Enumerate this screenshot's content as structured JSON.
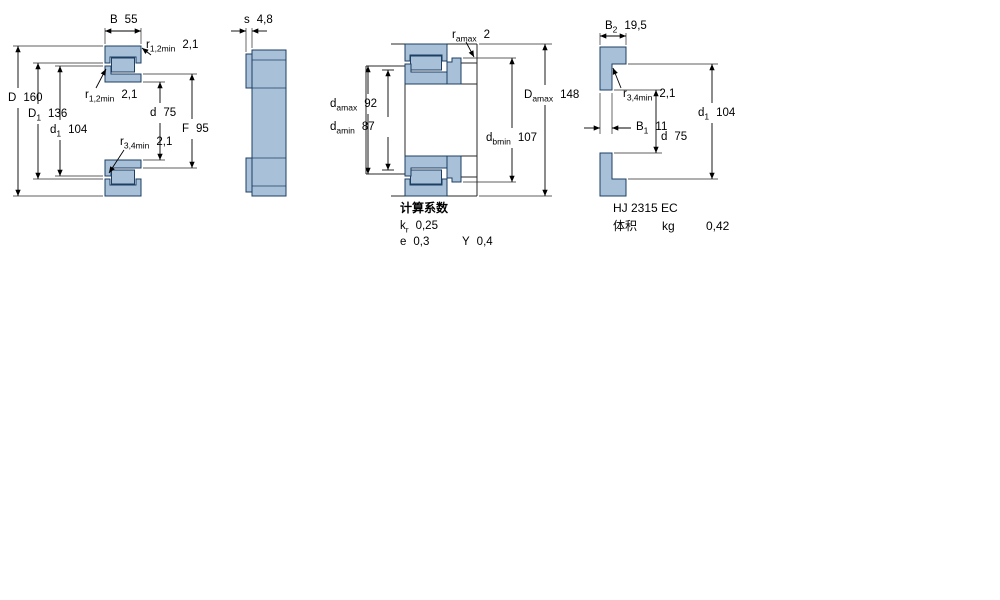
{
  "colors": {
    "part_fill": "#a9c0d9",
    "part_stroke": "#1c3f63",
    "dimension_line": "#000000"
  },
  "drawing1": {
    "B": {
      "base": "B",
      "sub": "",
      "value": "55"
    },
    "r12_top": {
      "base": "r",
      "sub": "1,2min",
      "value": "2,1"
    },
    "D": {
      "base": "D",
      "sub": "",
      "value": "160"
    },
    "D1": {
      "base": "D",
      "sub": "1",
      "value": "136"
    },
    "d1": {
      "base": "d",
      "sub": "1",
      "value": "104"
    },
    "r12_inner": {
      "base": "r",
      "sub": "1,2min",
      "value": "2,1"
    },
    "d": {
      "base": "d",
      "sub": "",
      "value": "75"
    },
    "F": {
      "base": "F",
      "sub": "",
      "value": "95"
    },
    "r34": {
      "base": "r",
      "sub": "3,4min",
      "value": "2,1"
    }
  },
  "drawing2": {
    "s": {
      "base": "s",
      "sub": "",
      "value": "4,8"
    }
  },
  "drawing3": {
    "ra": {
      "base": "r",
      "sub": "amax",
      "value": "2"
    },
    "da_max": {
      "base": "d",
      "sub": "amax",
      "value": "92"
    },
    "da_min": {
      "base": "d",
      "sub": "amin",
      "value": "87"
    },
    "Da_max": {
      "base": "D",
      "sub": "amax",
      "value": "148"
    },
    "db_min": {
      "base": "d",
      "sub": "bmin",
      "value": "107"
    }
  },
  "drawing4": {
    "B2": {
      "base": "B",
      "sub": "2",
      "value": "19,5"
    },
    "r34": {
      "base": "r",
      "sub": "3,4min",
      "value": "2,1"
    },
    "d1": {
      "base": "d",
      "sub": "1",
      "value": "104"
    },
    "B1": {
      "base": "B",
      "sub": "1",
      "value": "11"
    },
    "d": {
      "base": "d",
      "sub": "",
      "value": "75"
    }
  },
  "calculation_factors": {
    "title": "计算系数",
    "kr": {
      "base": "k",
      "sub": "r",
      "value": "0,25"
    },
    "e": {
      "base": "e",
      "sub": "",
      "value": "0,3"
    },
    "Y": {
      "base": "Y",
      "sub": "",
      "value": "0,4"
    }
  },
  "product": {
    "designation": "HJ 2315 EC",
    "mass_label": "体积",
    "mass_unit": "kg",
    "mass_value": "0,42"
  }
}
